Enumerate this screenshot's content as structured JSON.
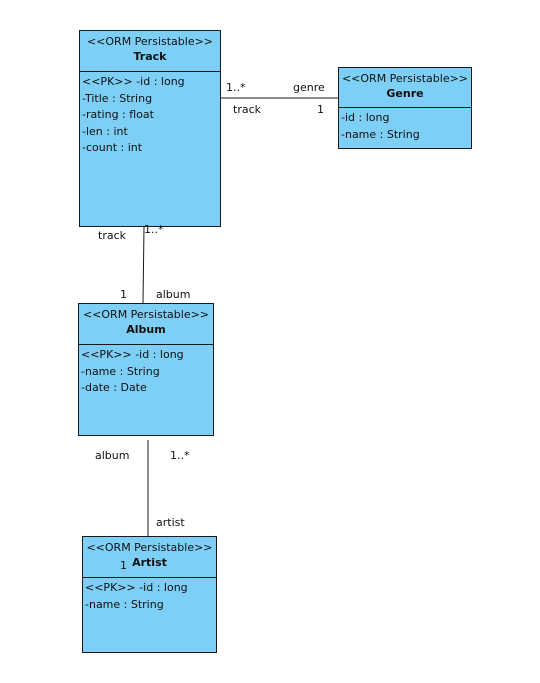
{
  "classes": {
    "track": {
      "stereotype": "<<ORM Persistable>>",
      "name": "Track",
      "attributes": [
        "<<PK>> -id : long",
        "-Title : String",
        "-rating : float",
        "-len : int",
        "-count : int"
      ]
    },
    "genre": {
      "stereotype": "<<ORM Persistable>>",
      "name": "Genre",
      "attributes": [
        "-id : long",
        "-name : String"
      ]
    },
    "album": {
      "stereotype": "<<ORM Persistable>>",
      "name": "Album",
      "attributes": [
        "<<PK>> -id : long",
        "-name : String",
        "-date : Date"
      ]
    },
    "artist": {
      "stereotype": "<<ORM Persistable>>",
      "name": "Artist",
      "attributes": [
        "<<PK>> -id : long",
        "-name : String"
      ]
    }
  },
  "associations": {
    "track_genre": {
      "track_mult": "1..*",
      "genre_role": "genre",
      "track_role": "track",
      "genre_mult": "1"
    },
    "track_album": {
      "track_role": "track",
      "track_mult": "1..*",
      "album_mult": "1",
      "album_role": "album"
    },
    "album_artist": {
      "album_role": "album",
      "album_mult": "1..*",
      "artist_role": "artist",
      "artist_mult": "1"
    }
  },
  "colors": {
    "class_fill": "#7ecff5",
    "line": "#1a1a1a"
  }
}
